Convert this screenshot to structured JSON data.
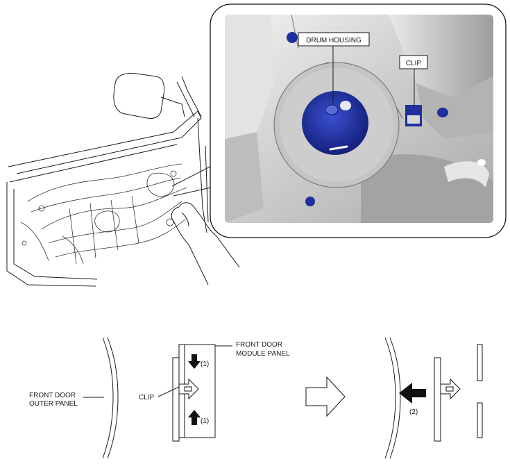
{
  "photo_callouts": {
    "drum_housing": "DRUM HOUSING",
    "clip": "CLIP"
  },
  "section_diagram": {
    "outer_panel_line1": "FRONT DOOR",
    "outer_panel_line2": "OUTER PANEL",
    "module_panel_line1": "FRONT DOOR",
    "module_panel_line2": "MODULE PANEL",
    "clip_label": "CLIP",
    "step1_top": "(1)",
    "step1_bottom": "(1)",
    "step2": "(2)"
  },
  "colors": {
    "highlight_blue": "#1f2f9e",
    "panel_gray": "#c9c9c9"
  }
}
